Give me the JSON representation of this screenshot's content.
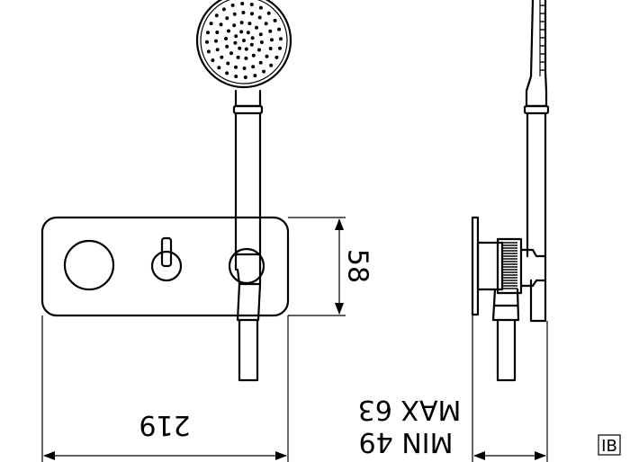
{
  "drawing": {
    "dimensions": {
      "width": "219",
      "height": "58",
      "depth_max": "MAX 63",
      "depth_min": "MIN 49"
    },
    "logo": "IB"
  }
}
